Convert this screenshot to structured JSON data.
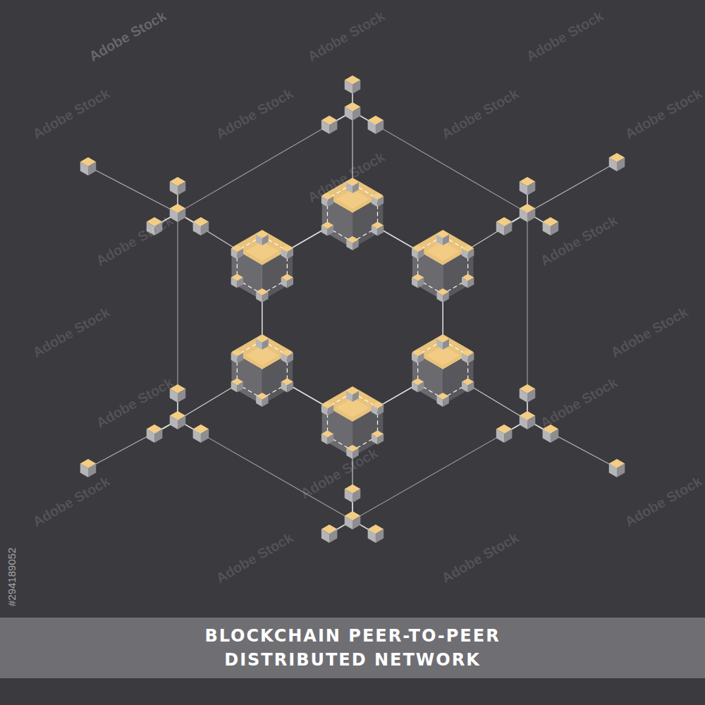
{
  "diagram": {
    "nodes": [
      {
        "text": [
          "BLOCKCHAIN PEER-TO-PEER DISTRIBUTED NETWORK"
        ]
      }
    ],
    "labels": [
      "#294189052",
      "Adobe Stock",
      "Adobe Stock",
      "Adobe Stock",
      "Adobe Stock",
      "Adobe Stock",
      "Adobe Stock",
      "Adobe Stock",
      "Adobe Stock",
      "Adobe Stock",
      "Adobe Stock",
      "Adobe Stock",
      "Adobe Stock",
      "Adobe Stock",
      "Adobe Stock",
      "Adobe Stock",
      "Adobe Stock",
      "Adobe Stock",
      "Adobe Stock",
      "Adobe Stock",
      "Adobe Stock"
    ]
  }
}
